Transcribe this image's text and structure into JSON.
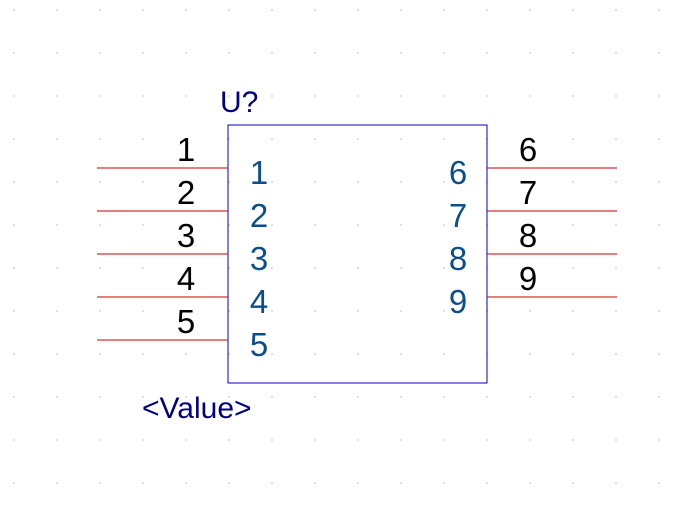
{
  "component": {
    "designator": "U?",
    "value": "<Value>"
  },
  "pins": {
    "left": [
      {
        "number": "1",
        "name": "1"
      },
      {
        "number": "2",
        "name": "2"
      },
      {
        "number": "3",
        "name": "3"
      },
      {
        "number": "4",
        "name": "4"
      },
      {
        "number": "5",
        "name": "5"
      }
    ],
    "right": [
      {
        "number": "6",
        "name": "6"
      },
      {
        "number": "7",
        "name": "7"
      },
      {
        "number": "8",
        "name": "8"
      },
      {
        "number": "9",
        "name": "9"
      }
    ]
  },
  "colors": {
    "background": "#ffffff",
    "grid_dot": "#c8c8c8",
    "body_outline": "#0000cc",
    "pin_line": "#cc0000",
    "pin_number_text": "#000000",
    "pin_name_text": "#0b4f8a",
    "designator_text": "#000080",
    "value_text": "#000080"
  }
}
